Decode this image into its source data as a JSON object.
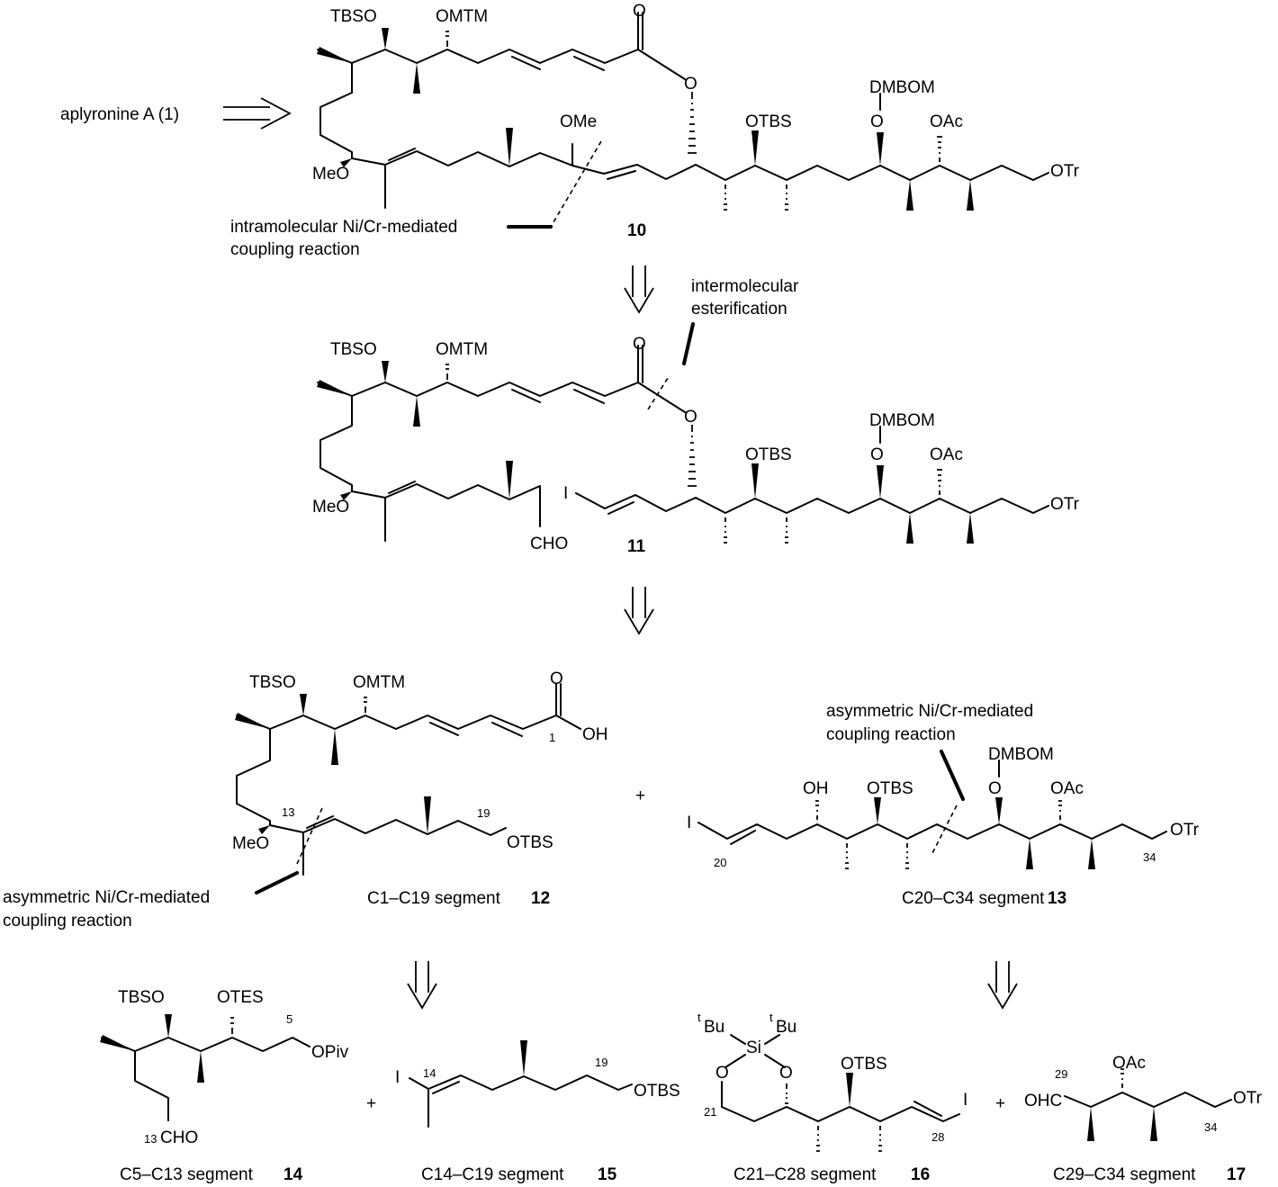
{
  "arrow_start": "aplyronine A (1)",
  "compound_10": {
    "number": "10",
    "groups": {
      "tbso": "TBSO",
      "omtm": "OMTM",
      "o_carbonyl": "O",
      "o_ester": "O",
      "ome_top": "OMe",
      "meo": "MeO",
      "otbs": "OTBS",
      "dmbom": "DMBOM",
      "o_dmbom": "O",
      "oac": "OAc",
      "otr": "OTr"
    },
    "annotation": [
      "intramolecular Ni/Cr-mediated",
      "coupling reaction"
    ]
  },
  "compound_11": {
    "number": "11",
    "groups": {
      "tbso": "TBSO",
      "omtm": "OMTM",
      "o_carbonyl": "O",
      "o_ester": "O",
      "meo": "MeO",
      "cho": "CHO",
      "iodo": "I",
      "otbs": "OTBS",
      "dmbom": "DMBOM",
      "o_dmbom": "O",
      "oac": "OAc",
      "otr": "OTr"
    },
    "annotation": [
      "intermolecular",
      "esterification"
    ]
  },
  "segment_12": {
    "caption": "C1–C19 segment",
    "number": "12",
    "groups": {
      "tbso": "TBSO",
      "omtm": "OMTM",
      "o_carbonyl": "O",
      "oh": "OH",
      "meo": "MeO",
      "otbs": "OTBS"
    },
    "locants": {
      "c1": "1",
      "c13": "13",
      "c19": "19"
    },
    "annotation": [
      "asymmetric Ni/Cr-mediated",
      "coupling reaction"
    ]
  },
  "plus_12_13": "+",
  "segment_13": {
    "caption": "C20–C34 segment",
    "number": "13",
    "groups": {
      "iodo": "I",
      "oh": "OH",
      "otbs": "OTBS",
      "dmbom": "DMBOM",
      "o_dmbom": "O",
      "oac": "OAc",
      "otr": "OTr"
    },
    "locants": {
      "c20": "20",
      "c34": "34"
    },
    "annotation": [
      "asymmetric Ni/Cr-mediated",
      "coupling reaction"
    ]
  },
  "segment_14": {
    "caption": "C5–C13 segment",
    "number": "14",
    "groups": {
      "tbso": "TBSO",
      "otes": "OTES",
      "opiv": "OPiv",
      "cho": "CHO"
    },
    "locants": {
      "c5": "5",
      "c13": "13"
    }
  },
  "plus_14_15": "+",
  "segment_15": {
    "caption": "C14–C19 segment",
    "number": "15",
    "groups": {
      "iodo": "I",
      "otbs": "OTBS"
    },
    "locants": {
      "c14": "14",
      "c19": "19"
    }
  },
  "segment_16": {
    "caption": "C21–C28 segment",
    "number": "16",
    "groups": {
      "t1": "t",
      "bu1": "Bu",
      "t2": "t",
      "bu2": "Bu",
      "si": "Si",
      "o_left": "O",
      "o_right": "O",
      "otbs": "OTBS",
      "iodo": "I"
    },
    "locants": {
      "c21": "21",
      "c28": "28"
    }
  },
  "plus_16_17": "+",
  "segment_17": {
    "caption": "C29–C34 segment",
    "number": "17",
    "groups": {
      "ohc": "OHC",
      "oac": "OAc",
      "otr": "OTr"
    },
    "locants": {
      "c29": "29",
      "c34": "34"
    }
  }
}
